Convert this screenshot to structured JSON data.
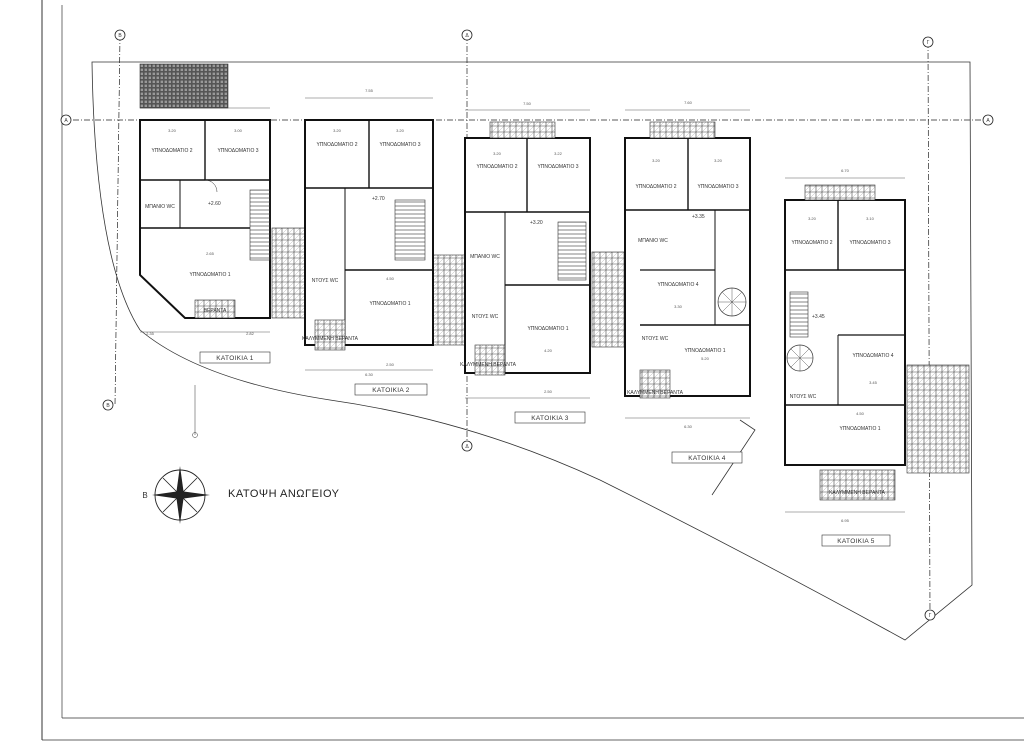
{
  "drawing": {
    "title": "ΚΑΤΟΨΗ ΑΝΩΓΕΙΟΥ",
    "compass_letter": "Β"
  },
  "houses": [
    {
      "label": "ΚΑΤΟΙΚΙΑ 1",
      "rooms": [
        "ΥΠΝΟΔΩΜΑΤΙΟ 2",
        "ΥΠΝΟΔΩΜΑΤΙΟ 3",
        "ΥΠΝΟΔΩΜΑΤΙΟ 1",
        "ΜΠΑΝΙΟ WC",
        "ΒΕΡΑΝΤΑ"
      ],
      "level": "+2.60",
      "dims": [
        "7.00",
        "3.20",
        "2.65",
        "3.00",
        "2.35",
        "2.82"
      ]
    },
    {
      "label": "ΚΑΤΟΙΚΙΑ 2",
      "rooms": [
        "ΥΠΝΟΔΩΜΑΤΙΟ 2",
        "ΥΠΝΟΔΩΜΑΤΙΟ 3",
        "ΥΠΝΟΔΩΜΑΤΙΟ 1",
        "ΝΤΟΥΣ WC",
        "ΚΑΛΥΜΜΕΝΗ ΒΕΡΑΝΤΑ"
      ],
      "level": "+2.70",
      "dims": [
        "7.55",
        "3.20",
        "3.20",
        "4.50",
        "2.50",
        "6.30"
      ]
    },
    {
      "label": "ΚΑΤΟΙΚΙΑ 3",
      "rooms": [
        "ΥΠΝΟΔΩΜΑΤΙΟ 2",
        "ΥΠΝΟΔΩΜΑΤΙΟ 3",
        "ΥΠΝΟΔΩΜΑΤΙΟ 1",
        "ΜΠΑΝΙΟ WC",
        "ΝΤΟΥΣ WC",
        "ΚΑΛΥΜΜΕΝΗ ΒΕΡΑΝΤΑ"
      ],
      "level": "+3.20",
      "dims": [
        "7.50",
        "3.20",
        "3.22",
        "4.20",
        "2.50"
      ]
    },
    {
      "label": "ΚΑΤΟΙΚΙΑ 4",
      "rooms": [
        "ΥΠΝΟΔΩΜΑΤΙΟ 2",
        "ΥΠΝΟΔΩΜΑΤΙΟ 3",
        "ΥΠΝΟΔΩΜΑΤΙΟ 4",
        "ΥΠΝΟΔΩΜΑΤΙΟ 1",
        "ΜΠΑΝΙΟ WC",
        "ΝΤΟΥΣ WC",
        "ΚΑΛΥΜΜΕΝΗ ΒΕΡΑΝΤΑ"
      ],
      "level": "+3.35",
      "dims": [
        "7.60",
        "3.20",
        "3.20",
        "3.30",
        "5.20",
        "6.30"
      ]
    },
    {
      "label": "ΚΑΤΟΙΚΙΑ 5",
      "rooms": [
        "ΥΠΝΟΔΩΜΑΤΙΟ 2",
        "ΥΠΝΟΔΩΜΑΤΙΟ 3",
        "ΥΠΝΟΔΩΜΑΤΙΟ 4",
        "ΥΠΝΟΔΩΜΑΤΙΟ 1",
        "ΝΤΟΥΣ WC",
        "ΚΑΛΥΜΜΕΝΗ ΒΕΡΑΝΤΑ"
      ],
      "level": "+3.45",
      "dims": [
        "6.70",
        "3.20",
        "3.10",
        "3.45",
        "4.50",
        "6.95"
      ]
    }
  ],
  "grid_axes": [
    "Β",
    "Δ",
    "Γ",
    "Α"
  ]
}
